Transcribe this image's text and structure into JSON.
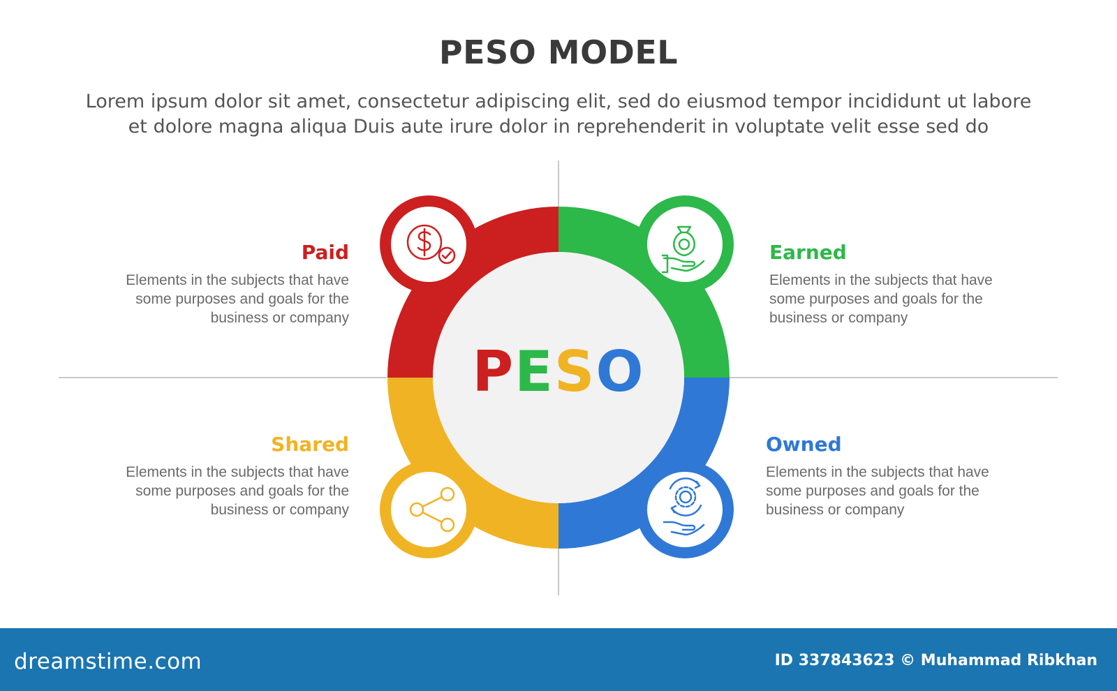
{
  "header": {
    "title": "PESO MODEL",
    "subtitle_line1": "Lorem ipsum dolor sit amet, consectetur adipiscing elit, sed do eiusmod tempor incididunt ut labore",
    "subtitle_line2": "et dolore magna aliqua Duis aute irure dolor in reprehenderit in voluptate velit esse sed do"
  },
  "center": {
    "letters": [
      {
        "char": "P",
        "color": "#cc1f1f"
      },
      {
        "char": "E",
        "color": "#2db84a"
      },
      {
        "char": "S",
        "color": "#f0b323"
      },
      {
        "char": "O",
        "color": "#2f78d6"
      }
    ]
  },
  "segments": [
    {
      "key": "paid",
      "title": "Paid",
      "color": "#cc1f1f",
      "icon": "dollar-check-icon",
      "description": [
        "Elements in the subjects that have",
        "some purposes and goals for the",
        "business or company"
      ]
    },
    {
      "key": "earned",
      "title": "Earned",
      "color": "#2db84a",
      "icon": "money-bag-hand-icon",
      "description": [
        "Elements in the subjects that have",
        "some purposes and goals for the",
        "business or company"
      ]
    },
    {
      "key": "shared",
      "title": "Shared",
      "color": "#f0b323",
      "icon": "share-icon",
      "description": [
        "Elements in the subjects that have",
        "some purposes and goals for the",
        "business or company"
      ]
    },
    {
      "key": "owned",
      "title": "Owned",
      "color": "#2f78d6",
      "icon": "gear-hand-icon",
      "description": [
        "Elements in the subjects that have",
        "some purposes and goals for the",
        "business or company"
      ]
    }
  ],
  "footer": {
    "brand": "dreamstime.com",
    "credit": "ID 337843623 © Muhammad Ribkhan",
    "color": "#1a75b0"
  }
}
